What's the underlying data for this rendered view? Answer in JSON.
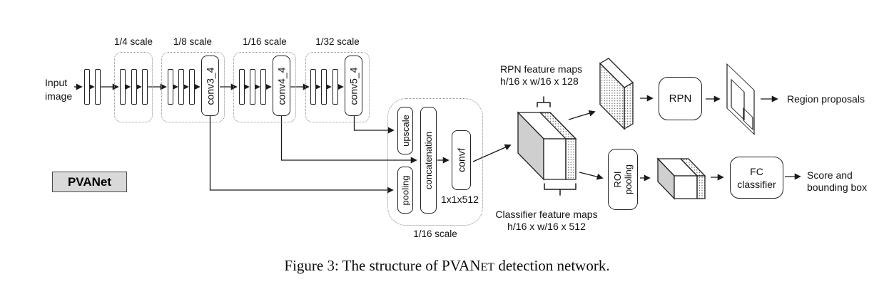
{
  "figure": {
    "caption_prefix": "Figure 3: The structure of ",
    "caption_name_caps": "PVAN",
    "caption_name_smallcaps": "ET",
    "caption_suffix": " detection network.",
    "badge_label": "PVANet",
    "input_line1": "Input",
    "input_line2": "image"
  },
  "backbone": {
    "scale_labels": [
      "1/4 scale",
      "1/8 scale",
      "1/16 scale",
      "1/32 scale"
    ],
    "conv_labels": [
      "conv3_4",
      "conv4_4",
      "conv5_4"
    ]
  },
  "multi_scale": {
    "upscale_label": "upscale",
    "pooling_label": "pooling",
    "concat_label": "concatenation",
    "convf_label": "convf",
    "convf_size": "1x1x512",
    "scale_label": "1/16 scale"
  },
  "rpn_branch": {
    "maps_line1": "RPN feature maps",
    "maps_line2": "h/16  x w/16 x 128",
    "rpn_label": "RPN",
    "output_label": "Region proposals"
  },
  "classifier_branch": {
    "maps_line1": "Classifier feature maps",
    "maps_line2": "h/16 x w/16 x 512",
    "roi_line1": "ROI",
    "roi_line2": "pooling",
    "fc_line1": "FC",
    "fc_line2": "classifier",
    "output_line1": "Score and",
    "output_line2": "bounding box"
  },
  "colors": {
    "face_gray": "#cfcfcf",
    "badge_gray": "#d9d9d9",
    "line": "#1a1a1a"
  }
}
